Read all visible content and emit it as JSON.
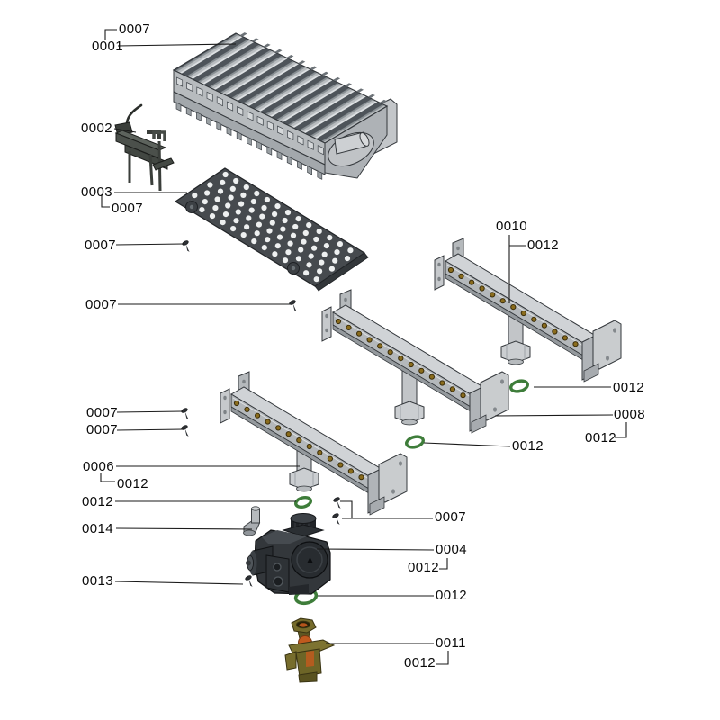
{
  "diagram": {
    "type": "exploded-parts-diagram",
    "callouts": [
      {
        "text": "0007",
        "target": "screw"
      },
      {
        "text": "0001",
        "target": "main-burner-assembly"
      },
      {
        "text": "0002",
        "target": "ignition-electrode"
      },
      {
        "text": "0003",
        "target": "burner-plate"
      },
      {
        "text": "0007",
        "target": "screw"
      },
      {
        "text": "0007",
        "target": "screw"
      },
      {
        "text": "0007",
        "target": "screw"
      },
      {
        "text": "0007",
        "target": "screw"
      },
      {
        "text": "0007",
        "target": "screw"
      },
      {
        "text": "0006",
        "target": "manifold-rail-bottom"
      },
      {
        "text": "0012",
        "target": "o-ring"
      },
      {
        "text": "0012",
        "target": "o-ring"
      },
      {
        "text": "0014",
        "target": "elbow-pipe"
      },
      {
        "text": "0013",
        "target": "screw"
      },
      {
        "text": "0010",
        "target": "manifold-rail-top"
      },
      {
        "text": "0012",
        "target": "o-ring"
      },
      {
        "text": "0012",
        "target": "o-ring"
      },
      {
        "text": "0008",
        "target": "mounting-bracket"
      },
      {
        "text": "0012",
        "target": "o-ring"
      },
      {
        "text": "0012",
        "target": "o-ring"
      },
      {
        "text": "0007",
        "target": "screw"
      },
      {
        "text": "0004",
        "target": "gas-valve"
      },
      {
        "text": "0012",
        "target": "o-ring"
      },
      {
        "text": "0012",
        "target": "o-ring"
      },
      {
        "text": "0011",
        "target": "gas-inlet-fitting"
      },
      {
        "text": "0012",
        "target": "o-ring"
      }
    ],
    "colors": {
      "background": "#ffffff",
      "leader_line": "#1a1a1a",
      "text": "#0a0a0a",
      "metal_light": "#d0d3d6",
      "metal_mid": "#b4b8bb",
      "metal_dark": "#8f9498",
      "dark_part": "#33373b",
      "injector_brass": "#8a6c1d",
      "oring_green": "#3e7d3a",
      "fitting_olive": "#6d6527",
      "fitting_orange": "#c05a1e"
    }
  }
}
